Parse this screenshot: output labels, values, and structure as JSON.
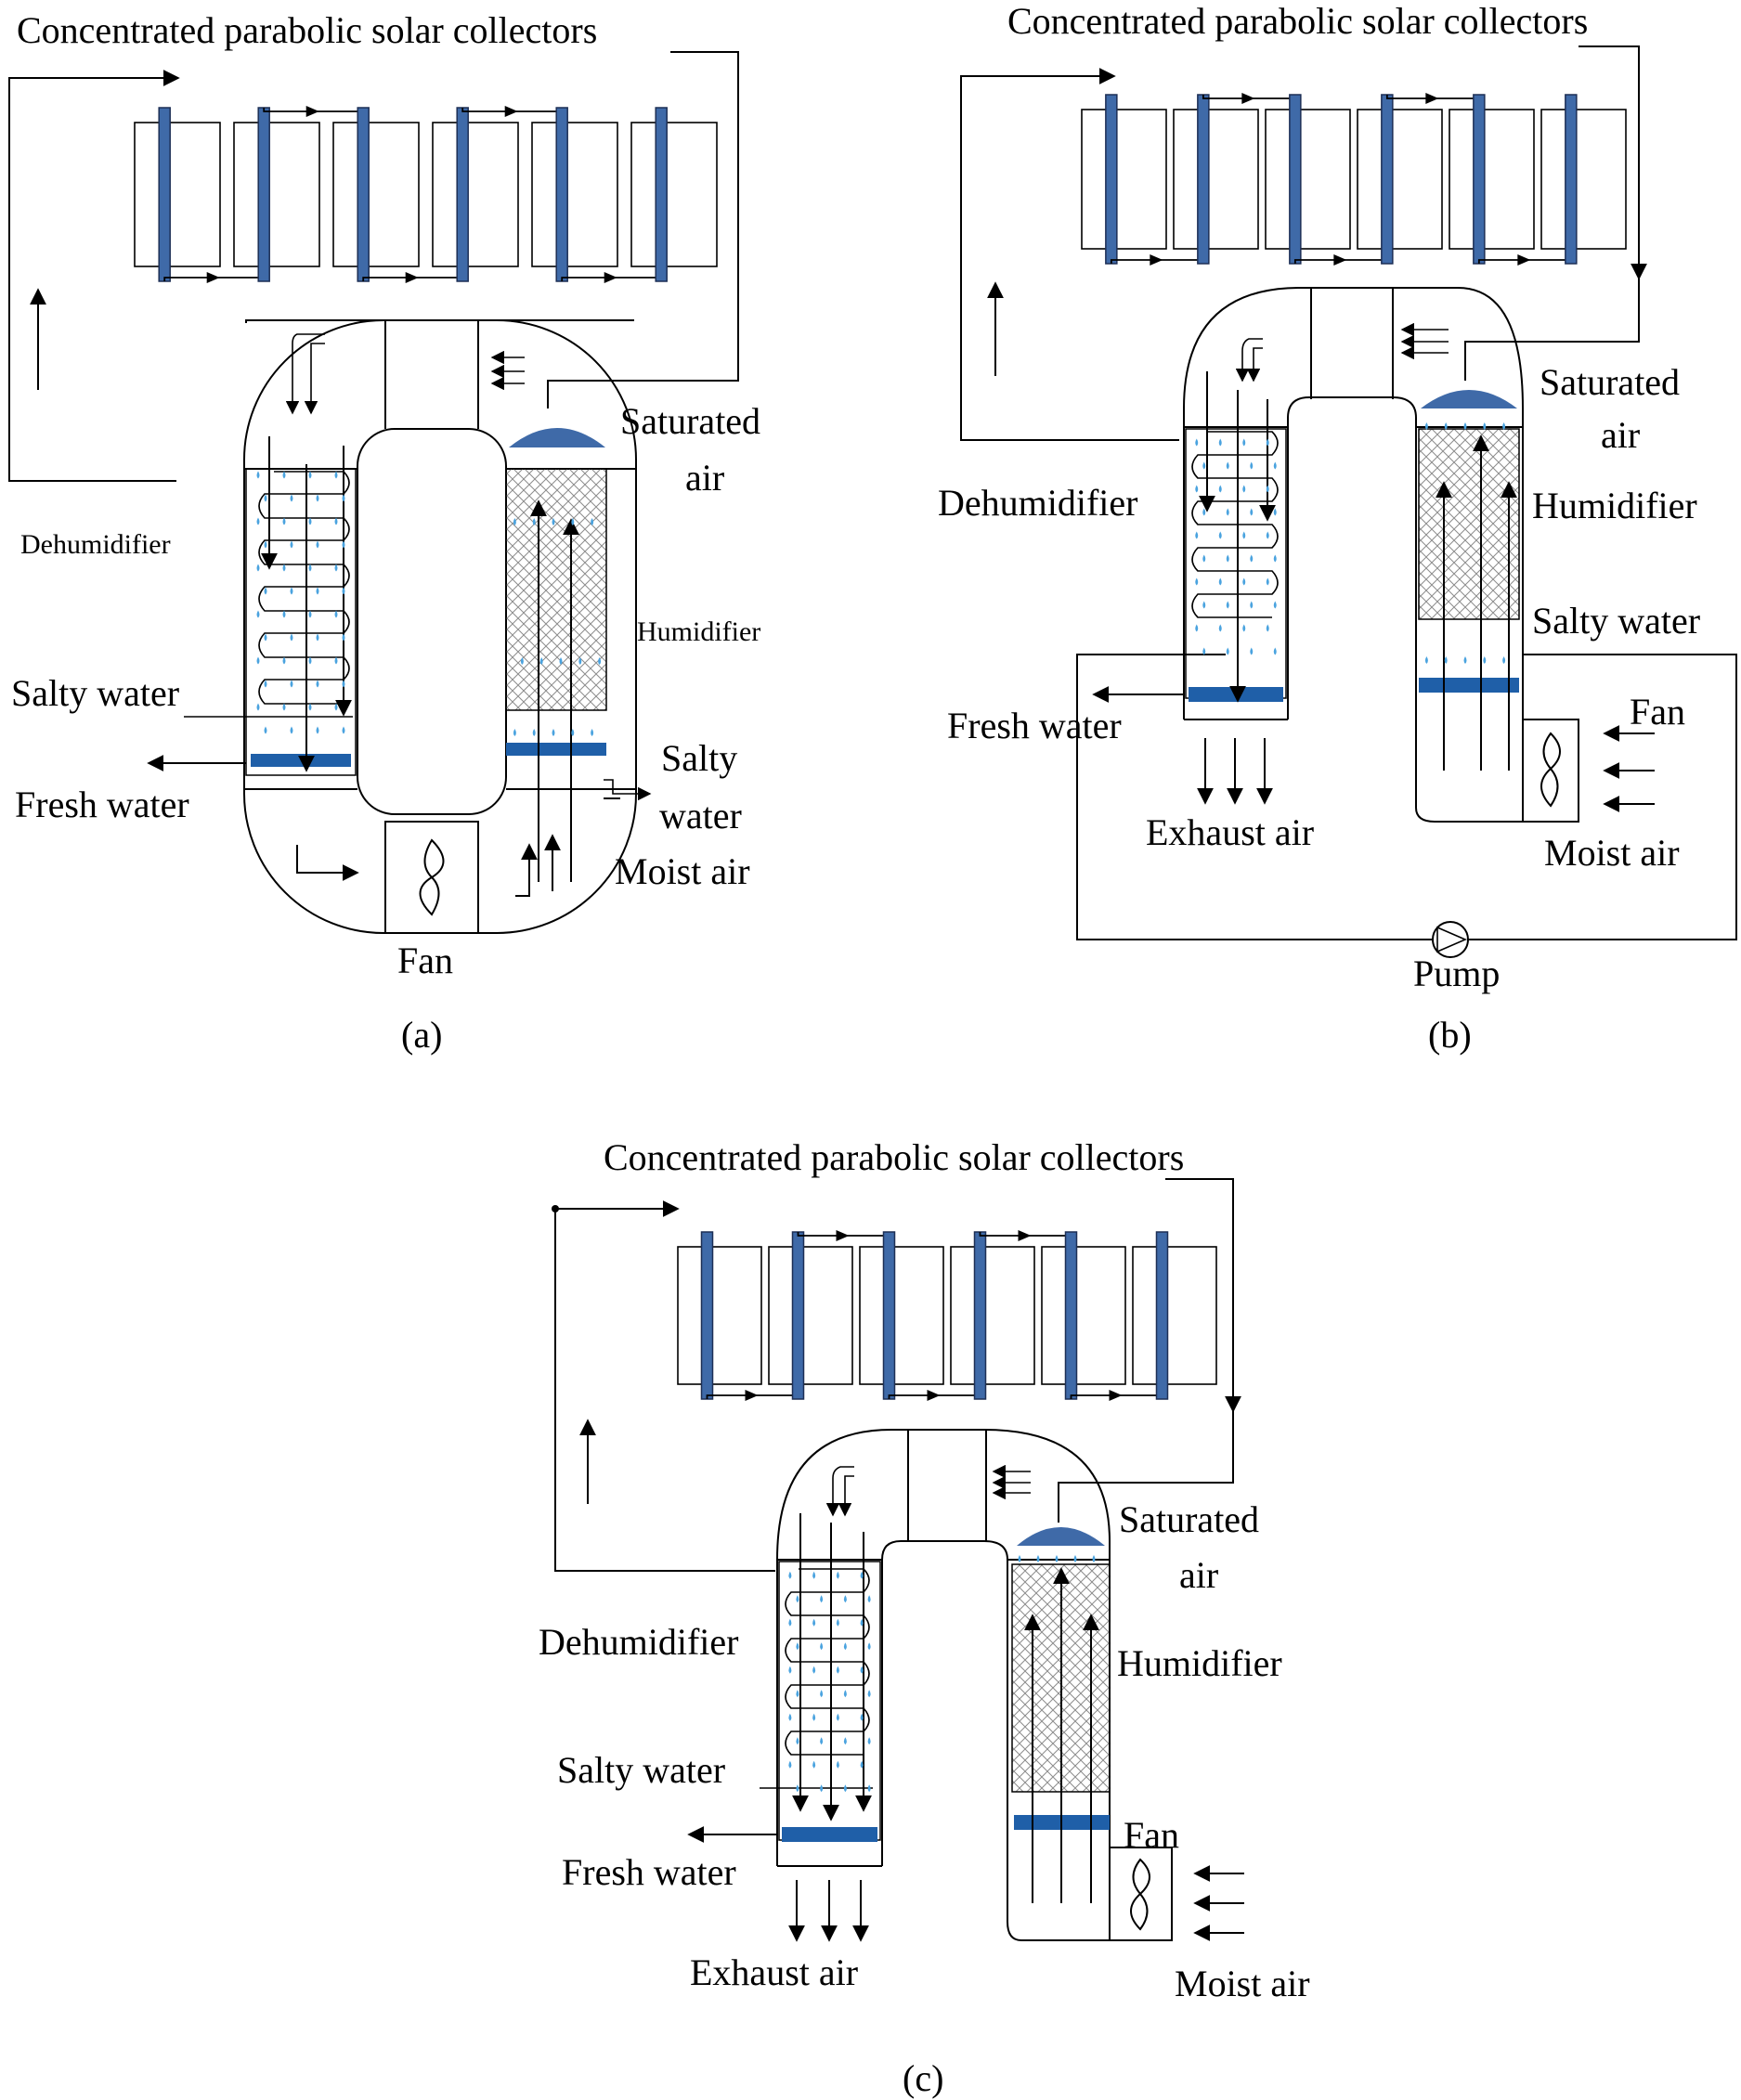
{
  "figure_a": {
    "title": "Concentrated parabolic solar collectors",
    "labels": {
      "saturated_air": "Saturated\nair",
      "dehumidifier": "Dehumidifier",
      "humidifier": "Humidifier",
      "salty_water_in": "Salty water",
      "fresh_water": "Fresh water",
      "salty_water_out": "Salty\nwater",
      "moist_air": "Moist air",
      "fan": "Fan"
    },
    "caption": "(a)"
  },
  "figure_b": {
    "title": "Concentrated parabolic solar collectors",
    "labels": {
      "saturated_air": "Saturated\nair",
      "dehumidifier": "Dehumidifier",
      "humidifier": "Humidifier",
      "salty_water": "Salty water",
      "fan": "Fan",
      "fresh_water": "Fresh water",
      "exhaust_air": "Exhaust air",
      "moist_air": "Moist air",
      "pump": "Pump"
    },
    "caption": "(b)"
  },
  "figure_c": {
    "title": "Concentrated parabolic solar collectors",
    "labels": {
      "saturated_air": "Saturated\nair",
      "dehumidifier": "Dehumidifier",
      "humidifier": "Humidifier",
      "salty_water": "Salty water",
      "fresh_water": "Fresh water",
      "exhaust_air": "Exhaust air",
      "fan": "Fan",
      "moist_air": "Moist air"
    },
    "caption": "(c)"
  },
  "colors": {
    "tube": "#3f6aa8",
    "water": "#1f5fa8",
    "droplet": "#4aa3df",
    "mesh": "#9a9a9a"
  }
}
